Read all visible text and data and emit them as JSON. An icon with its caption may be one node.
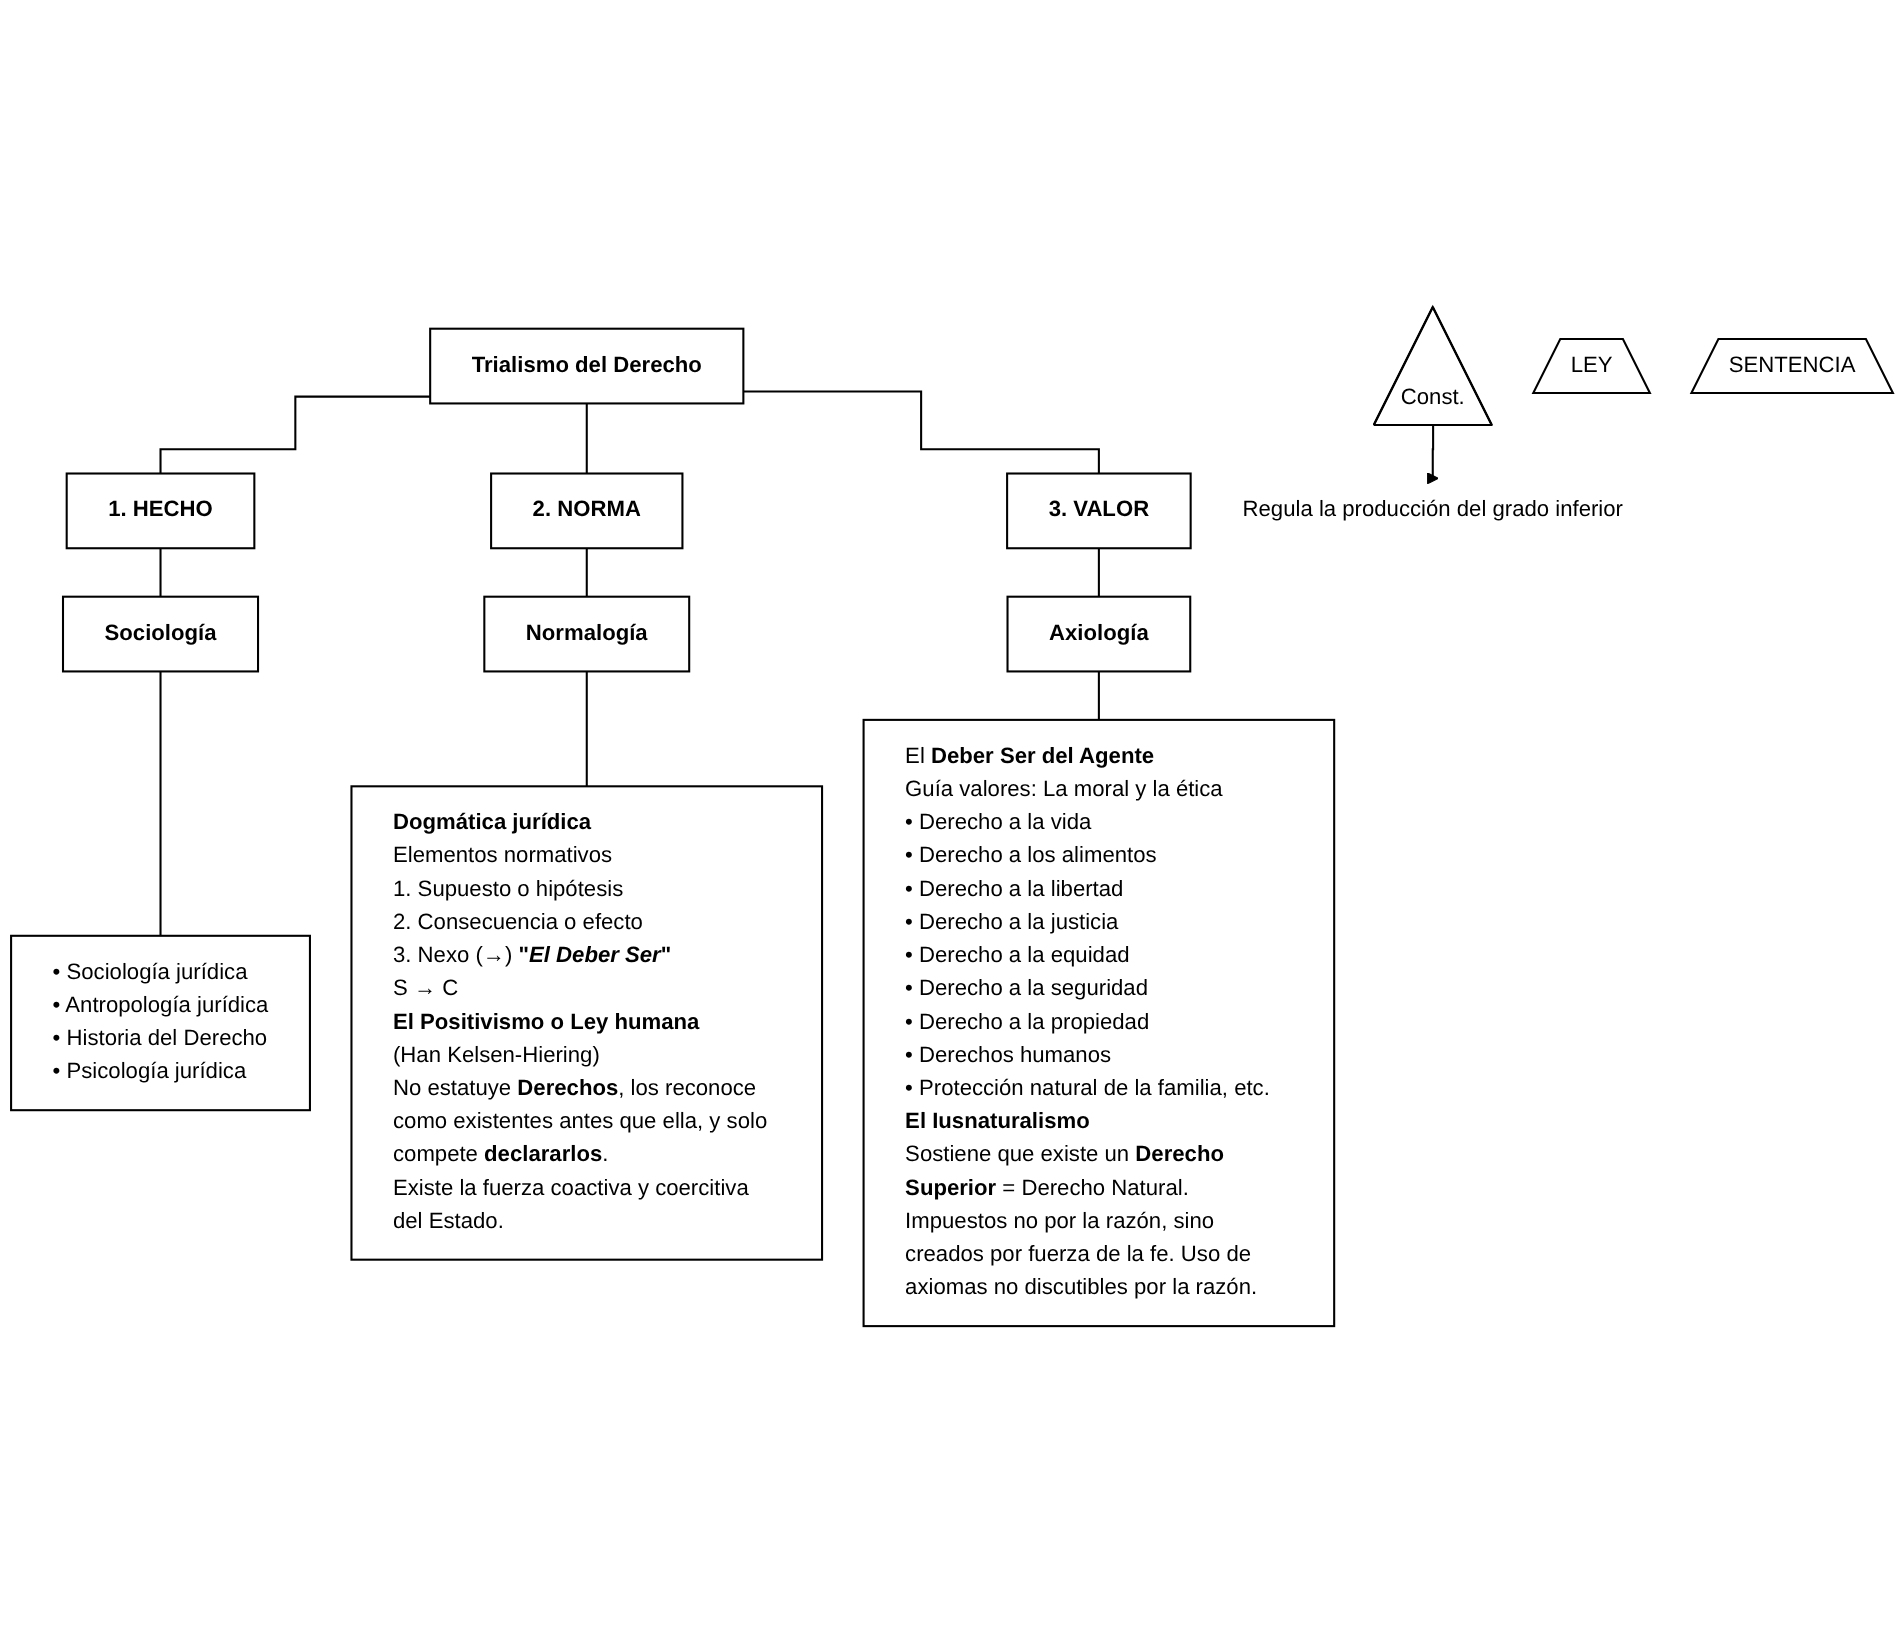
{
  "diagram": {
    "nodes": [
      {
        "text": [
          "Trialismo del Derecho"
        ]
      },
      {
        "text": [
          "1. HECHO"
        ]
      },
      {
        "text": [
          "2. NORMA"
        ]
      },
      {
        "text": [
          "3. VALOR"
        ]
      },
      {
        "text": [
          "Sociología"
        ]
      },
      {
        "text": [
          "Normalogía"
        ]
      },
      {
        "text": [
          "Axiología"
        ]
      },
      {
        "text": [
          "• Sociología jurídica",
          "• Antropología jurídica",
          "• Historia del Derecho",
          "• Psicología jurídica"
        ]
      },
      {
        "text": [
          "**Dogmática jurídica**",
          "Elementos normativos",
          "1. Supuesto o hipótesis",
          "2. Consecuencia o efecto",
          "3. Nexo (→) **\"*El Deber Ser*\"**",
          "S → C",
          "**El Positivismo o Ley humana**",
          "(Han Kelsen-Hiering)",
          "No estatuye **Derechos**, los reconoce como existentes antes que ella, y solo compete **declararlos**.",
          "Existe la fuerza coactiva y coercitiva del Estado."
        ]
      },
      {
        "text": [
          "El **Deber Ser del Agente**",
          "Guía valores: La moral y la ética",
          "• Derecho a la vida",
          "• Derecho a los alimentos",
          "• Derecho a la libertad",
          "• Derecho a la justicia",
          "• Derecho a la equidad",
          "• Derecho a la seguridad",
          "• Derecho a la propiedad",
          "• Derechos humanos",
          "• Protección natural de la familia, etc.",
          "**El Iusnaturalismo**",
          "Sostiene que existe un **Derecho Superior** = Derecho Natural.",
          "Impuestos no por la razón, sino creados por fuerza de la fe. Uso de axiomas no discutibles por la razón."
        ]
      },
      {
        "text": [
          "Const."
        ]
      },
      {
        "text": [
          "LEY"
        ]
      },
      {
        "text": [
          "SENTENCIA"
        ]
      },
      {
        "text": [
          "Regula la producción del grado inferior"
        ]
      }
    ],
    "edges": [
      {
        "from": 0,
        "to": 1,
        "arrow": "none"
      },
      {
        "from": 0,
        "to": 2,
        "arrow": "none"
      },
      {
        "from": 0,
        "to": 3,
        "arrow": "none"
      },
      {
        "from": 1,
        "to": 4,
        "arrow": "none"
      },
      {
        "from": 2,
        "to": 5,
        "arrow": "none"
      },
      {
        "from": 3,
        "to": 6,
        "arrow": "none"
      },
      {
        "from": 4,
        "to": 7,
        "arrow": "none"
      },
      {
        "from": 5,
        "to": 8,
        "arrow": "none"
      },
      {
        "from": 6,
        "to": 9,
        "arrow": "none"
      },
      {
        "from": 10,
        "to": 13,
        "arrow": "to"
      }
    ]
  }
}
